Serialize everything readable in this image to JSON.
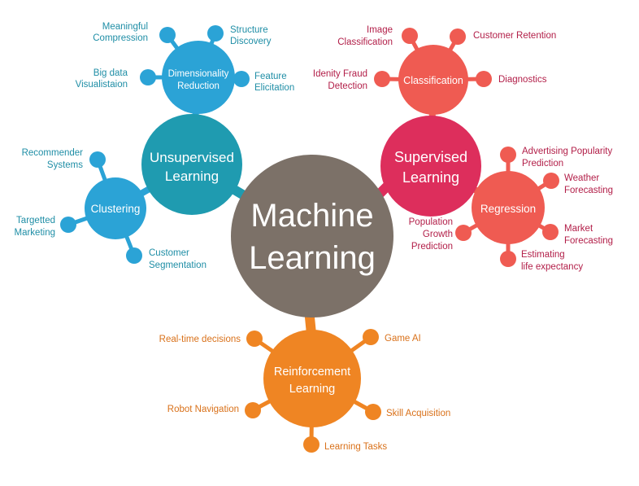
{
  "colors": {
    "center": "#7c7168",
    "unsupervised": "#1f9bb0",
    "unsupervised_sub": "#2ba3d6",
    "unsupervised_text": "#1f8ea6",
    "supervised": "#dd2e5c",
    "supervised_sub": "#ef5b52",
    "supervised_text": "#b21e48",
    "reinforcement": "#ef8523",
    "reinforcement_text": "#d9711a"
  },
  "center": {
    "line1": "Machine",
    "line2": "Learning"
  },
  "unsupervised": {
    "title_line1": "Unsupervised",
    "title_line2": "Learning",
    "dimensionality": {
      "title_line1": "Dimensionality",
      "title_line2": "Reduction",
      "leaves": [
        {
          "line1": "Meaningful",
          "line2": "Compression"
        },
        {
          "line1": "Structure",
          "line2": "Discovery"
        },
        {
          "line1": "Big data",
          "line2": "Visualistaion"
        },
        {
          "line1": "Feature",
          "line2": "Elicitation"
        }
      ]
    },
    "clustering": {
      "title": "Clustering",
      "leaves": [
        {
          "line1": "Recommender",
          "line2": "Systems"
        },
        {
          "line1": "Targetted",
          "line2": "Marketing"
        },
        {
          "line1": "Customer",
          "line2": "Segmentation"
        }
      ]
    }
  },
  "supervised": {
    "title_line1": "Supervised",
    "title_line2": "Learning",
    "classification": {
      "title": "Classification",
      "leaves": [
        {
          "line1": "Image",
          "line2": "Classification"
        },
        {
          "line1": "Customer Retention",
          "line2": ""
        },
        {
          "line1": "Idenity Fraud",
          "line2": "Detection"
        },
        {
          "line1": "Diagnostics",
          "line2": ""
        }
      ]
    },
    "regression": {
      "title": "Regression",
      "leaves": [
        {
          "line1": "Advertising Popularity",
          "line2": "Prediction"
        },
        {
          "line1": "Weather",
          "line2": "Forecasting"
        },
        {
          "line1": "Market",
          "line2": "Forecasting"
        },
        {
          "line1": "Estimating",
          "line2": "life expectancy"
        },
        {
          "line1": "Population",
          "line2": "Growth",
          "line3": "Prediction"
        }
      ]
    }
  },
  "reinforcement": {
    "title_line1": "Reinforcement",
    "title_line2": "Learning",
    "leaves": [
      {
        "line1": "Real-time decisions"
      },
      {
        "line1": "Game AI"
      },
      {
        "line1": "Robot Navigation"
      },
      {
        "line1": "Skill Acquisition"
      },
      {
        "line1": "Learning Tasks"
      }
    ]
  }
}
